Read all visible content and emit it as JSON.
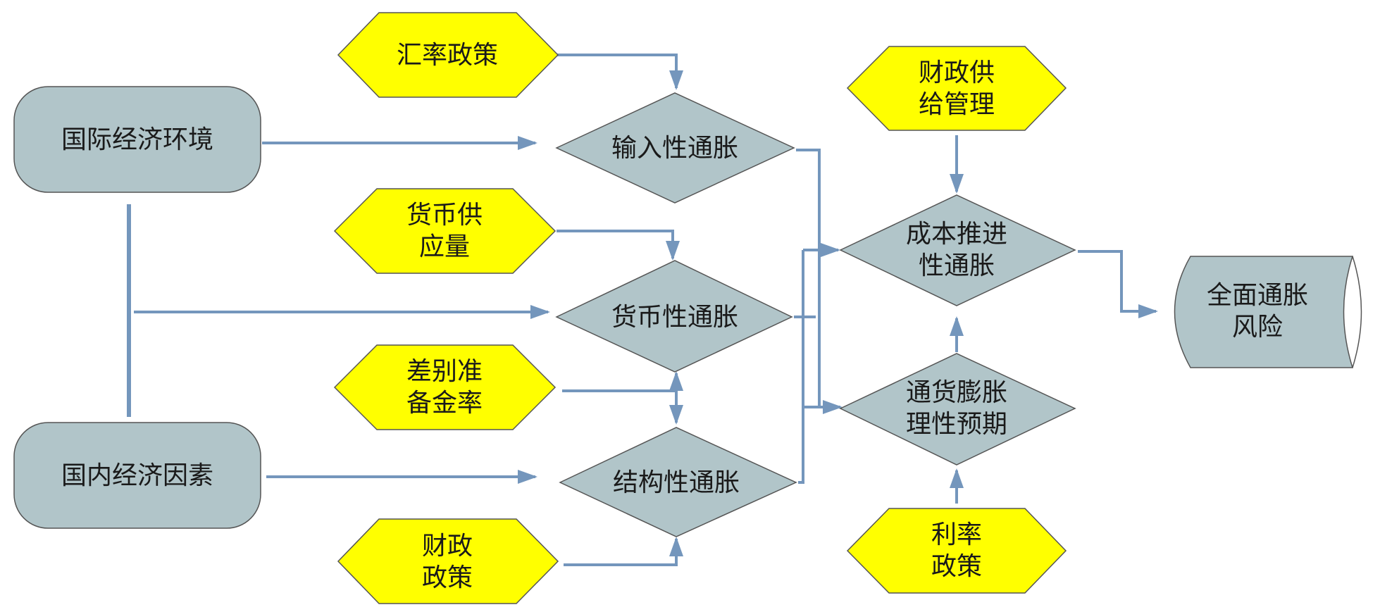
{
  "colors": {
    "gray_fill": "#b1c5c9",
    "yellow_fill": "#ffff00",
    "arrow": "#7496bc",
    "outline": "#555555"
  },
  "nodes": {
    "exchange_policy": "汇率政策",
    "money_supply": "货币供\n应量",
    "reserve_ratio": "差别准\n备金率",
    "fiscal_policy": "财政\n政策",
    "fiscal_supply": "财政供\n给管理",
    "interest_policy": "利率\n政策",
    "intl_economy": "国际经济环境",
    "domestic_economy": "国内经济因素",
    "imported_inflation": "输入性通胀",
    "monetary_inflation": "货币性通胀",
    "structural_inflation": "结构性通胀",
    "cost_push_inflation": "成本推进\n性通胀",
    "inflation_expectation": "通货膨胀\n理性预期",
    "overall_risk": "全面通胀\n风险"
  }
}
